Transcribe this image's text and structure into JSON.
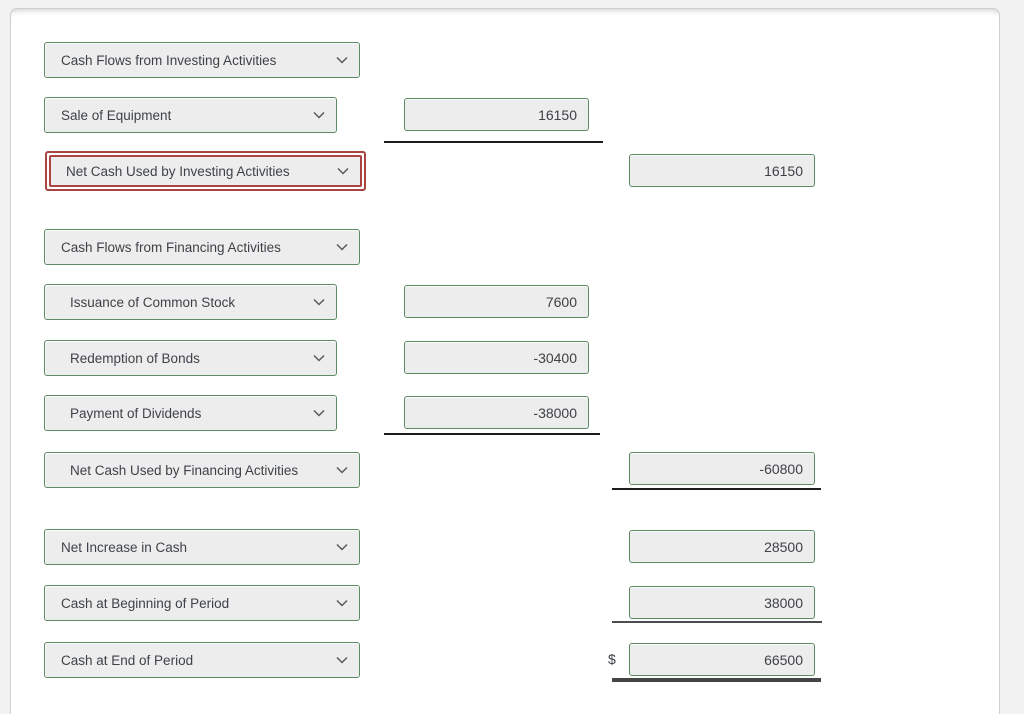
{
  "colors": {
    "select_border_green": "#5e8a63",
    "error_border_red": "#a94442",
    "field_background": "#ededed",
    "text": "#3e4248",
    "card_background": "#ffffff",
    "page_background": "#f2f2f2"
  },
  "statement": {
    "rows": [
      {
        "label": "Cash Flows from Investing Activities"
      },
      {
        "label": "Sale of Equipment",
        "amount": "16150",
        "column": "mid"
      },
      {
        "label": "Net Cash Used by Investing Activities",
        "amount": "16150",
        "column": "right",
        "flagged": true
      },
      {
        "label": "Cash Flows from Financing Activities"
      },
      {
        "label": "Issuance of Common Stock",
        "amount": "7600",
        "column": "mid"
      },
      {
        "label": "Redemption of Bonds",
        "amount": "-30400",
        "column": "mid"
      },
      {
        "label": "Payment of Dividends",
        "amount": "-38000",
        "column": "mid"
      },
      {
        "label": "Net Cash Used by Financing Activities",
        "amount": "-60800",
        "column": "right"
      },
      {
        "label": "Net Increase in Cash",
        "amount": "28500",
        "column": "right"
      },
      {
        "label": "Cash at Beginning of Period",
        "amount": "38000",
        "column": "right"
      },
      {
        "label": "Cash at End of Period",
        "amount": "66500",
        "column": "right",
        "currency_prefix": "$"
      }
    ]
  }
}
